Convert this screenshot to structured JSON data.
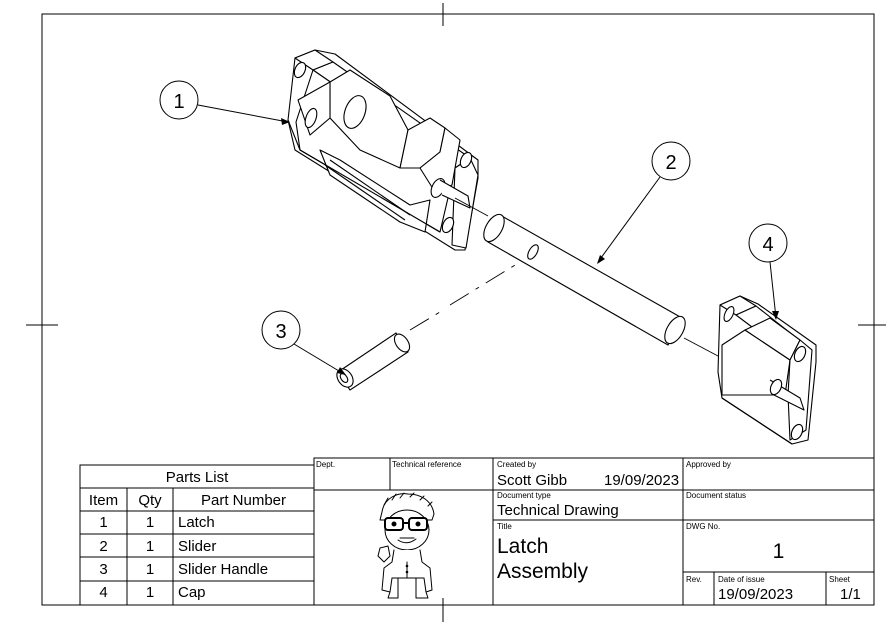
{
  "balloons": [
    "1",
    "2",
    "3",
    "4"
  ],
  "parts_list": {
    "title": "Parts List",
    "headers": [
      "Item",
      "Qty",
      "Part Number"
    ],
    "rows": [
      {
        "item": "1",
        "qty": "1",
        "part": "Latch"
      },
      {
        "item": "2",
        "qty": "1",
        "part": "Slider"
      },
      {
        "item": "3",
        "qty": "1",
        "part": "Slider Handle"
      },
      {
        "item": "4",
        "qty": "1",
        "part": "Cap"
      }
    ]
  },
  "title_block": {
    "dept_label": "Dept.",
    "tech_ref_label": "Technical reference",
    "created_by_label": "Created by",
    "created_by": "Scott Gibb",
    "created_date": "19/09/2023",
    "approved_by_label": "Approved by",
    "doc_type_label": "Document type",
    "doc_type": "Technical Drawing",
    "doc_status_label": "Document status",
    "title_label": "Title",
    "title_line1": "Latch",
    "title_line2": "Assembly",
    "dwg_no_label": "DWG No.",
    "dwg_no": "1",
    "rev_label": "Rev.",
    "date_label": "Date of issue",
    "date": "19/09/2023",
    "sheet_label": "Sheet",
    "sheet": "1/1"
  }
}
